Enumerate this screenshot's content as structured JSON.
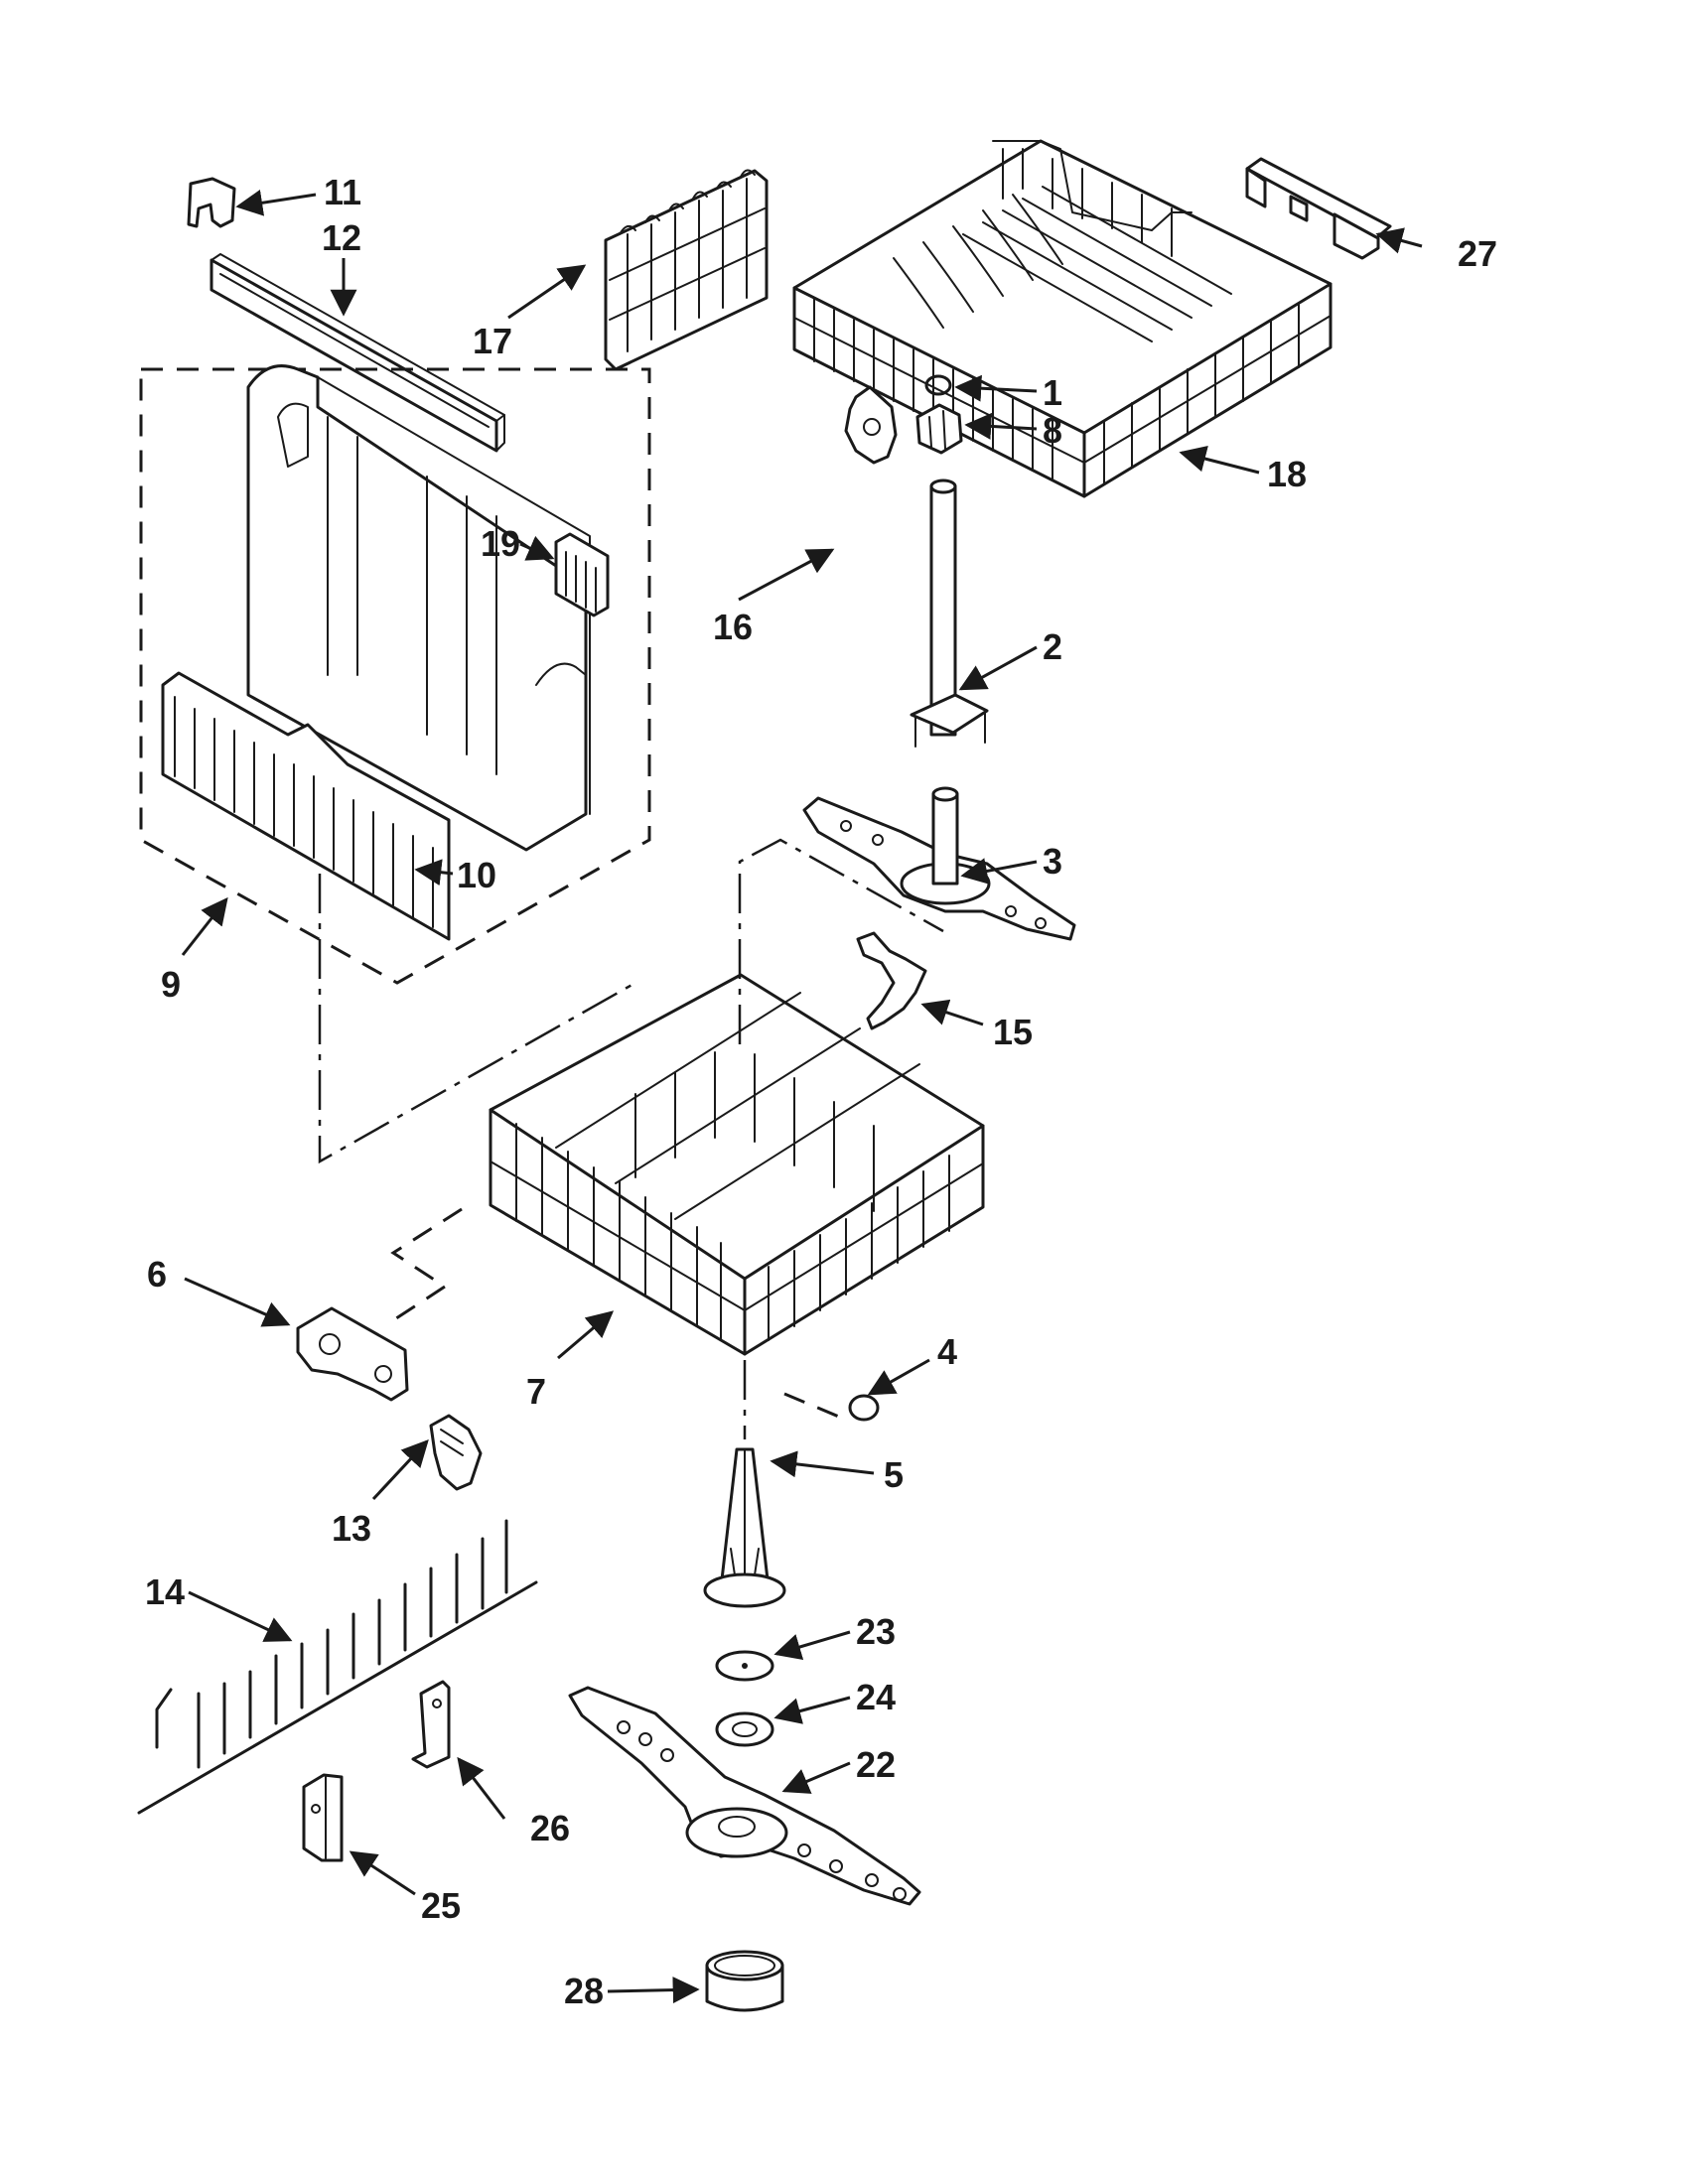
{
  "diagram": {
    "callouts": [
      "1",
      "2",
      "3",
      "4",
      "5",
      "6",
      "7",
      "8",
      "9",
      "10",
      "11",
      "12",
      "13",
      "14",
      "15",
      "16",
      "17",
      "18",
      "19",
      "22",
      "23",
      "24",
      "25",
      "26",
      "27",
      "28"
    ]
  }
}
